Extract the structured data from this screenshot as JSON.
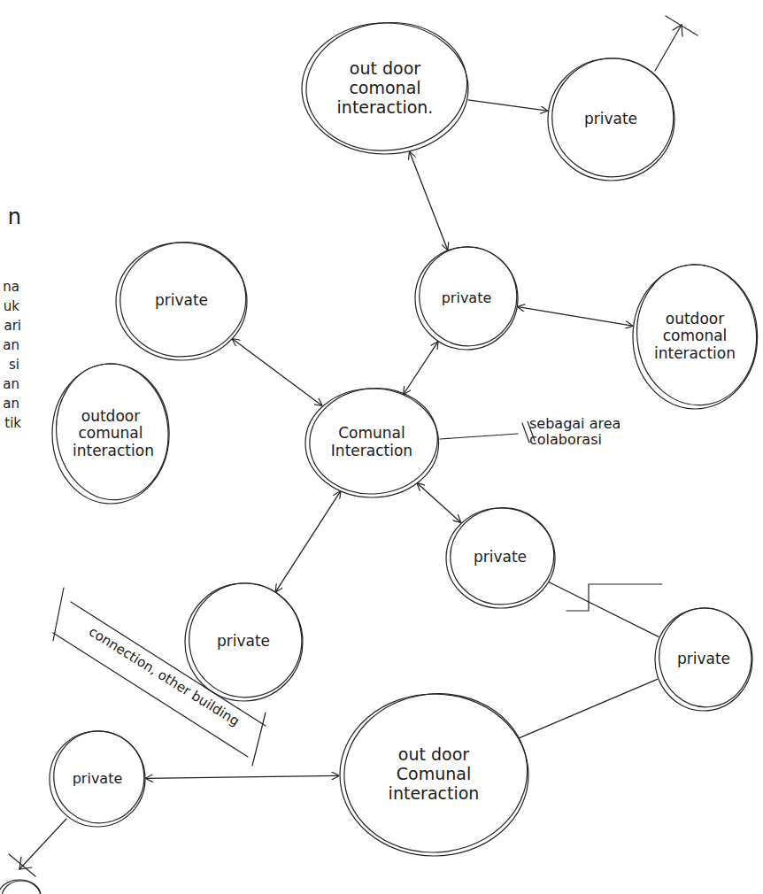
{
  "diagram": {
    "nodes": [
      {
        "text": [
          "out door comonal interaction."
        ]
      },
      {
        "text": [
          "private"
        ]
      },
      {
        "text": [
          "private"
        ]
      },
      {
        "text": [
          "private"
        ]
      },
      {
        "text": [
          "outdoor comonal interaction"
        ]
      },
      {
        "text": [
          "outdoor comunal interaction"
        ]
      },
      {
        "text": [
          "Comunal Interaction"
        ]
      },
      {
        "text": [
          "private"
        ]
      },
      {
        "text": [
          "private"
        ]
      },
      {
        "text": [
          "private"
        ]
      },
      {
        "text": [
          "out door Comunal interaction"
        ]
      },
      {
        "text": [
          "private"
        ]
      }
    ],
    "edges": [
      {
        "from": 6,
        "to": 2,
        "arrow": "both"
      },
      {
        "from": 6,
        "to": 3,
        "arrow": "both"
      },
      {
        "from": 6,
        "to": 7,
        "arrow": "both"
      },
      {
        "from": 6,
        "to": 8,
        "arrow": "both"
      },
      {
        "from": 3,
        "to": 0,
        "arrow": "both"
      },
      {
        "from": 3,
        "to": 4,
        "arrow": "both"
      },
      {
        "from": 0,
        "to": 1,
        "arrow": "to"
      },
      {
        "from": 7,
        "to": 9,
        "arrow": "none"
      },
      {
        "from": 10,
        "to": 9,
        "arrow": "none"
      },
      {
        "from": 10,
        "to": 11,
        "arrow": "both"
      }
    ],
    "labels": [
      "sebagai area colaborasi",
      "connection, other building",
      "n",
      "na",
      "uk",
      "ari",
      "an",
      "si",
      "an",
      "an",
      "tik"
    ]
  }
}
